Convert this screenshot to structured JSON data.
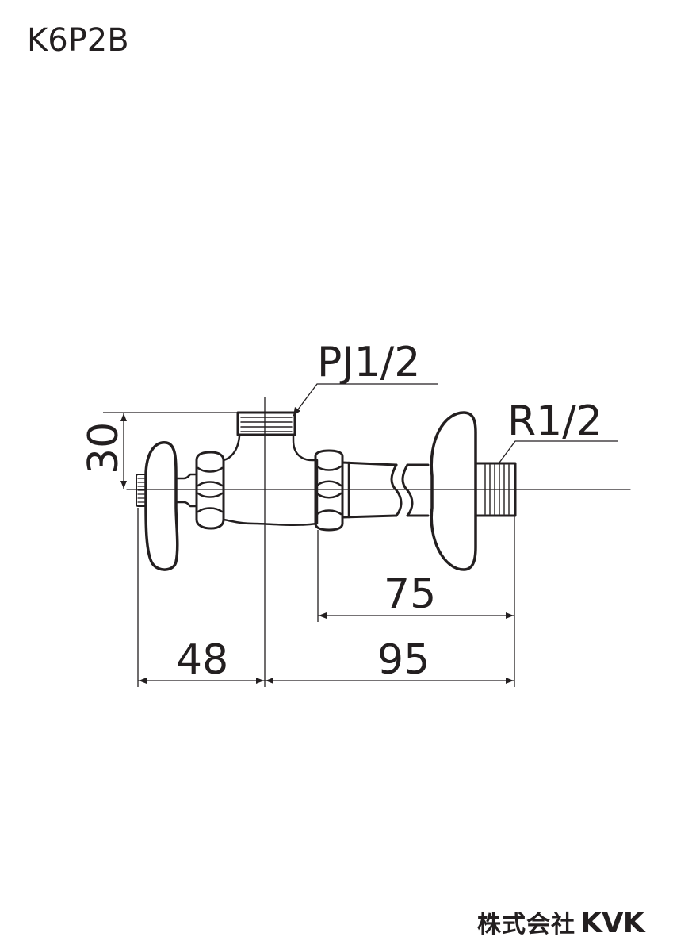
{
  "header": {
    "model_number": "K6P2B"
  },
  "callouts": {
    "top_thread": "PJ1/2",
    "right_thread": "R1/2"
  },
  "dimensions": {
    "height": "30",
    "left_width": "48",
    "right_width": "95",
    "pipe_length": "75"
  },
  "footer": {
    "company_jp": "株式会社",
    "brand": "KVK"
  },
  "colors": {
    "line": "#231f20",
    "background": "#ffffff"
  }
}
